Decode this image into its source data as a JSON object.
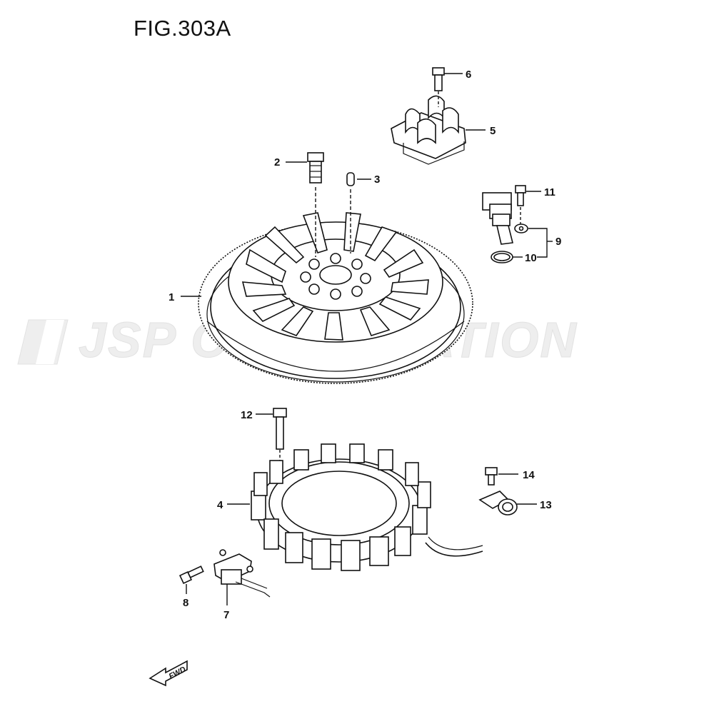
{
  "figure": {
    "title": "FIG.303A"
  },
  "watermark": {
    "text": "JSP CORPORATION",
    "color": "#eeeeee"
  },
  "callouts": [
    {
      "id": "1",
      "part": "flywheel"
    },
    {
      "id": "2",
      "part": "bolt"
    },
    {
      "id": "3",
      "part": "pin"
    },
    {
      "id": "4",
      "part": "stator"
    },
    {
      "id": "5",
      "part": "holder"
    },
    {
      "id": "6",
      "part": "bolt"
    },
    {
      "id": "7",
      "part": "sensor"
    },
    {
      "id": "8",
      "part": "screw"
    },
    {
      "id": "9",
      "part": "sensor-set"
    },
    {
      "id": "10",
      "part": "o-ring"
    },
    {
      "id": "11",
      "part": "bolt"
    },
    {
      "id": "12",
      "part": "bolt"
    },
    {
      "id": "13",
      "part": "clamp"
    },
    {
      "id": "14",
      "part": "bolt"
    }
  ],
  "direction_marker": {
    "label": "FWD",
    "icon": "arrow-left-icon"
  },
  "colors": {
    "line": "#111111",
    "background": "#ffffff"
  }
}
